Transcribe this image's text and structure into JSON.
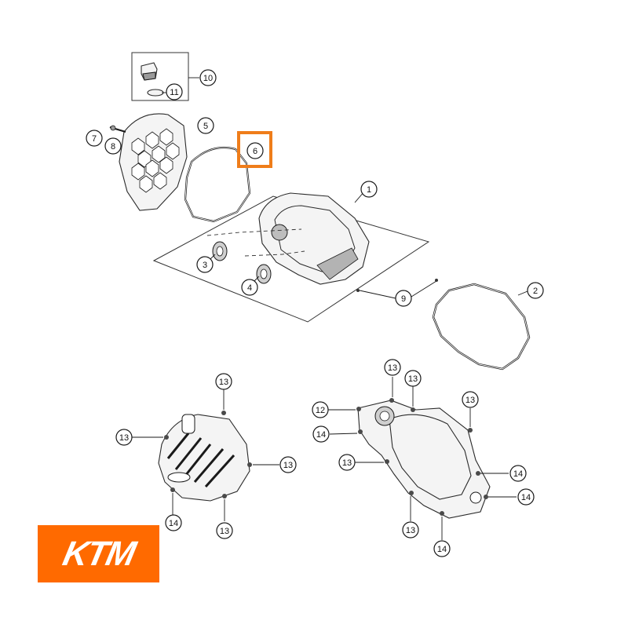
{
  "brand": {
    "logo_text": "KTM",
    "logo_color": "#ff6a00"
  },
  "highlight_color": "#ef7d1a",
  "highlighted_callout": "6",
  "callouts": {
    "c1": "1",
    "c2": "2",
    "c3": "3",
    "c4": "4",
    "c5": "5",
    "c6": "6",
    "c7": "7",
    "c8": "8",
    "c9": "9",
    "c10": "10",
    "c11": "11",
    "c12": "12",
    "c13": "13",
    "c14": "14"
  }
}
